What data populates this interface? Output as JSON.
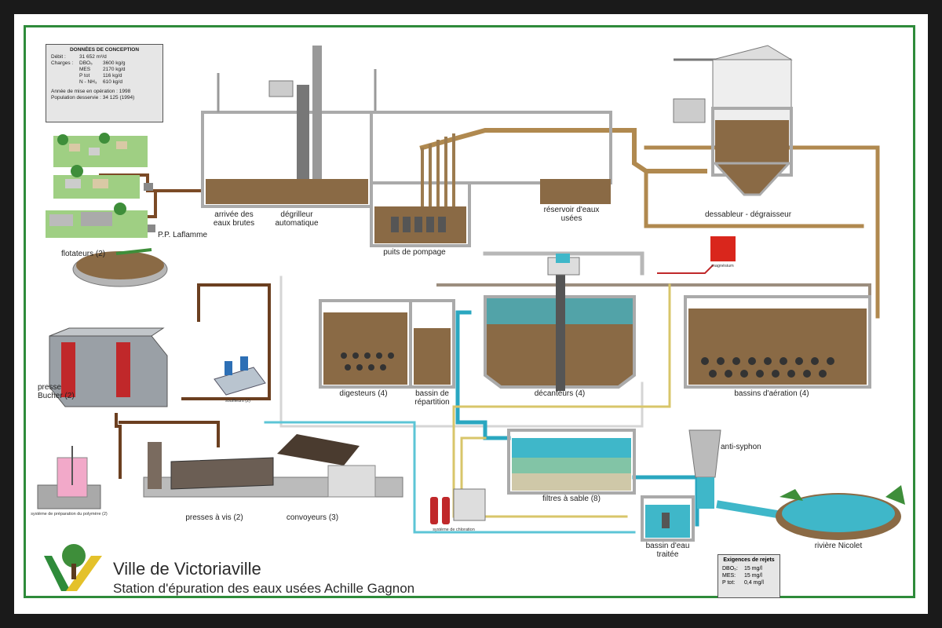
{
  "design": {
    "heading": "DONNÉES DE CONCEPTION",
    "debit_key": "Débit :",
    "debit_value": "31 652 m³/d",
    "charges_key": "Charges :",
    "rows": [
      {
        "param": "DBO₅",
        "value": "3600 kg/g"
      },
      {
        "param": "MES",
        "value": "2170 kg/d"
      },
      {
        "param": "P tot",
        "value": "116 kg/d"
      },
      {
        "param": "N - NH₃",
        "value": "610 kg/d"
      }
    ],
    "year": "Année de mise en opération : 1998",
    "population": "Population desservie : 34 125 (1994)"
  },
  "labels": {
    "arrivee": "arrivée des eaux brutes",
    "degrilleur": "dégrilleur automatique",
    "puits": "puits de pompage",
    "reservoir": "réservoir d'eaux usées",
    "dessableur": "dessableur - dégraisseur",
    "pp": "P.P. Laflamme",
    "flotateurs": "flotateurs (2)",
    "presse_bucher": "presse Bucher (2)",
    "digesteurs": "digesteurs (4)",
    "bassin_rep": "bassin de répartition",
    "decanteurs": "décanteurs (4)",
    "bassins_aer": "bassins d'aération (4)",
    "souffleurs": "souffleurs (2)",
    "presses_vis": "presses à vis (2)",
    "convoyeurs": "convoyeurs (3)",
    "filtres": "filtres à sable (8)",
    "anti_syphon": "anti-syphon",
    "bassin_eau": "bassin d'eau traitée",
    "riviere": "rivière Nicolet",
    "polymere": "système de préparation du polymère (2)",
    "chloration": "système de chloration",
    "magnesium": "magnésium"
  },
  "rejets": {
    "heading": "Exigences de rejets",
    "rows": [
      {
        "param": "DBO₅:",
        "value": "15 mg/l"
      },
      {
        "param": "MES:",
        "value": "15 mg/l"
      },
      {
        "param": "P tot:",
        "value": "0,4 mg/l"
      }
    ]
  },
  "title": {
    "city": "Ville de Victoriaville",
    "station": "Station d'épuration des eaux usées Achille Gagnon"
  },
  "colors": {
    "frame": "#2e8b3a",
    "sludge": "#8a6a45",
    "water": "#3fb7c9",
    "pipe_brown": "#7b4a26",
    "pipe_yellow": "#d8c66a",
    "concrete": "#b5b5b5"
  }
}
